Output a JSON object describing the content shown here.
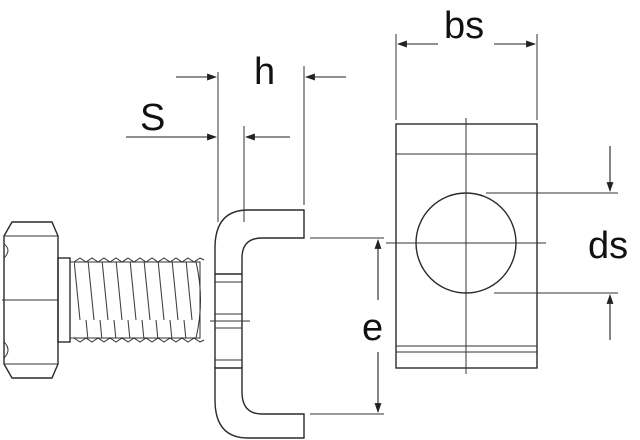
{
  "labels": {
    "S": "S",
    "h": "h",
    "bs": "bs",
    "ds": "ds",
    "e": "e"
  },
  "colors": {
    "clamp_fill": "#b5562f",
    "line": "#2a2a2a",
    "background": "#ffffff"
  },
  "icons": {
    "arrowhead": "filled-triangle"
  }
}
